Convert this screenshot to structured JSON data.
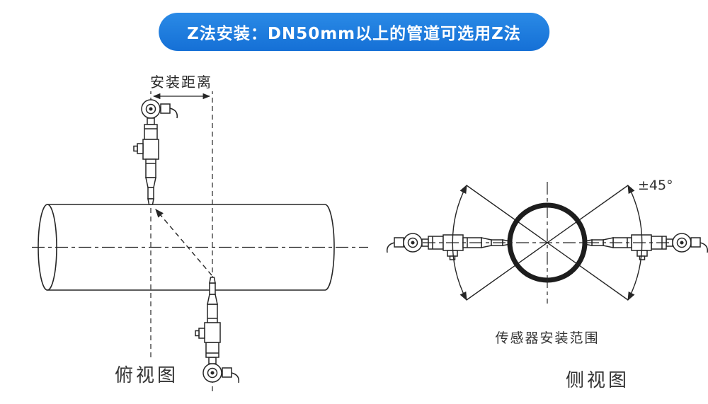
{
  "banner": {
    "label": "Z法安装：DN50mm以上的管道可选用Z法",
    "bg_color": "#1878dd",
    "text_color": "#ffffff"
  },
  "top_view": {
    "dimension_label": "安装距离",
    "caption": "俯视图"
  },
  "side_view": {
    "angle_label": "±45°",
    "range_label": "传感器安装范围",
    "caption": "侧视图"
  },
  "colors": {
    "line": "#262626",
    "pipe_ring": "#1d1d1d"
  }
}
